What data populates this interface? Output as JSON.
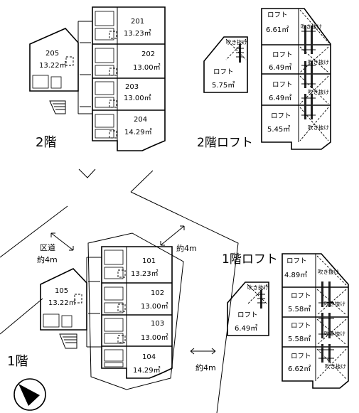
{
  "floor2": {
    "label": "2階",
    "rooms": [
      {
        "number": "201",
        "area": "13.23㎡"
      },
      {
        "number": "202",
        "area": "13.00㎡"
      },
      {
        "number": "203",
        "area": "13.00㎡"
      },
      {
        "number": "204",
        "area": "14.29㎡"
      },
      {
        "number": "205",
        "area": "13.22㎡"
      }
    ]
  },
  "loft2": {
    "label": "2階ロフト",
    "single": {
      "name": "ロフト",
      "area": "5.75㎡",
      "void": "吹き抜け"
    },
    "stack": [
      {
        "name": "ロフト",
        "area": "6.61㎡",
        "void": "吹き抜け"
      },
      {
        "name": "ロフト",
        "area": "6.49㎡",
        "void": "吹き抜け"
      },
      {
        "name": "ロフト",
        "area": "6.49㎡",
        "void": "吹き抜け"
      },
      {
        "name": "ロフト",
        "area": "5.45㎡",
        "void": "吹き抜け"
      }
    ]
  },
  "floor1": {
    "label": "1階",
    "rooms": [
      {
        "number": "101",
        "area": "13.23㎡"
      },
      {
        "number": "102",
        "area": "13.00㎡"
      },
      {
        "number": "103",
        "area": "13.00㎡"
      },
      {
        "number": "104",
        "area": "14.29㎡"
      },
      {
        "number": "105",
        "area": "13.22㎡"
      }
    ]
  },
  "loft1": {
    "label": "1階ロフト",
    "single": {
      "name": "ロフト",
      "area": "6.49㎡",
      "void": "吹き抜け"
    },
    "stack": [
      {
        "name": "ロフト",
        "area": "4.89㎡",
        "void": "吹き抜け"
      },
      {
        "name": "ロフト",
        "area": "5.58㎡",
        "void": "吹き抜け"
      },
      {
        "name": "ロフト",
        "area": "5.58㎡",
        "void": "吹き抜け"
      },
      {
        "name": "ロフト",
        "area": "6.62㎡",
        "void": "吹き抜け"
      }
    ]
  },
  "roads": {
    "ward_road": "区道",
    "ward_width": "約4m",
    "right_width": "約4m",
    "bottom_width": "約4m"
  },
  "icons": {
    "north": "compass-north-arrow-icon"
  }
}
